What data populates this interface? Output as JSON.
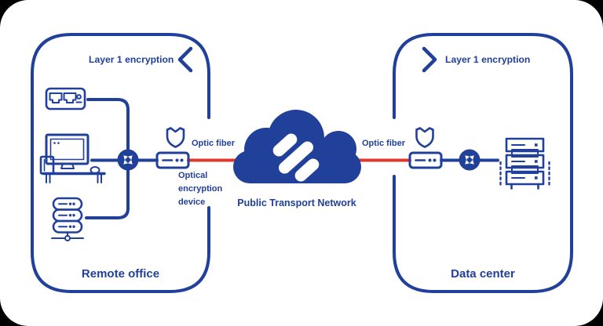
{
  "colors": {
    "blue": "#21409A",
    "red": "#E2372B",
    "white": "#FFFFFF",
    "outside": "#000000"
  },
  "left_zone": {
    "title": "Remote office",
    "encryption_label": "Layer 1 encryption"
  },
  "right_zone": {
    "title": "Data center",
    "encryption_label": "Layer 1 encryption"
  },
  "cloud": {
    "label": "Public Transport Network"
  },
  "fiber": {
    "left_label": "Optic fiber",
    "right_label": "Optic fiber"
  },
  "device": {
    "label": "Optical encryption device"
  },
  "icons": {
    "left": [
      "switch-icon",
      "workstation-icon",
      "server-stack-icon",
      "router-icon",
      "shield-icon",
      "encryption-device-icon",
      "chevron-left-icon"
    ],
    "center": [
      "cloud-icon",
      "cloud-logo-stripes"
    ],
    "right": [
      "chevron-right-icon",
      "shield-icon",
      "encryption-device-icon",
      "router-icon",
      "server-rack-icon"
    ]
  }
}
